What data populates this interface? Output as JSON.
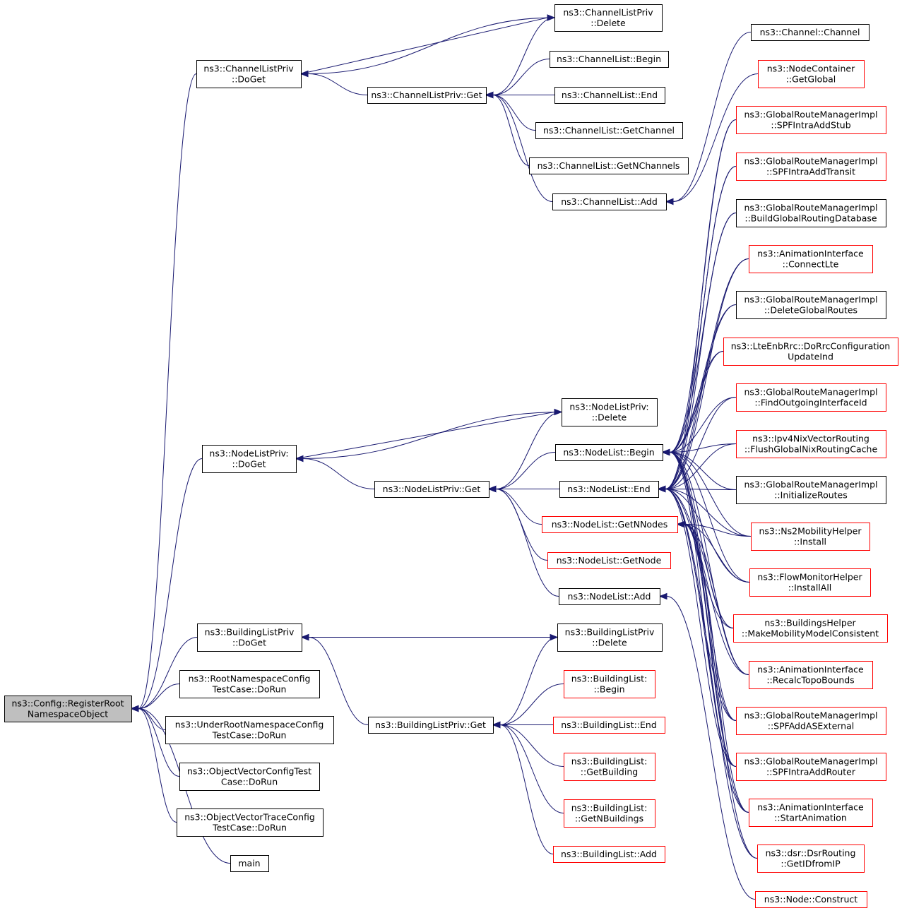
{
  "graph": {
    "title": "",
    "colors": {
      "edge": "#191970",
      "black_border": "#000000",
      "red_border": "#ff0000",
      "root_fill": "#bfbfbf",
      "node_fill": "#ffffff"
    },
    "nodes": [
      {
        "id": "root",
        "lines": [
          "ns3::Config::RegisterRoot",
          "NamespaceObject"
        ],
        "border": "black",
        "filled": true
      },
      {
        "id": "clp_doget",
        "lines": [
          "ns3::ChannelListPriv",
          "::DoGet"
        ],
        "border": "black"
      },
      {
        "id": "clp_delete",
        "lines": [
          "ns3::ChannelListPriv",
          "::Delete"
        ],
        "border": "black"
      },
      {
        "id": "clp_get",
        "lines": [
          "ns3::ChannelListPriv::Get"
        ],
        "border": "black"
      },
      {
        "id": "cl_begin",
        "lines": [
          "ns3::ChannelList::Begin"
        ],
        "border": "black"
      },
      {
        "id": "cl_end",
        "lines": [
          "ns3::ChannelList::End"
        ],
        "border": "black"
      },
      {
        "id": "cl_getchannel",
        "lines": [
          "ns3::ChannelList::GetChannel"
        ],
        "border": "black"
      },
      {
        "id": "cl_getn",
        "lines": [
          "ns3::ChannelList::GetNChannels"
        ],
        "border": "black"
      },
      {
        "id": "cl_add",
        "lines": [
          "ns3::ChannelList::Add"
        ],
        "border": "black"
      },
      {
        "id": "ch_channel",
        "lines": [
          "ns3::Channel::Channel"
        ],
        "border": "black"
      },
      {
        "id": "nc_global",
        "lines": [
          "ns3::NodeContainer",
          "::GetGlobal"
        ],
        "border": "red"
      },
      {
        "id": "grm_stub",
        "lines": [
          "ns3::GlobalRouteManagerImpl",
          "::SPFIntraAddStub"
        ],
        "border": "red"
      },
      {
        "id": "grm_transit",
        "lines": [
          "ns3::GlobalRouteManagerImpl",
          "::SPFIntraAddTransit"
        ],
        "border": "red"
      },
      {
        "id": "grm_build",
        "lines": [
          "ns3::GlobalRouteManagerImpl",
          "::BuildGlobalRoutingDatabase"
        ],
        "border": "black"
      },
      {
        "id": "ai_lte",
        "lines": [
          "ns3::AnimationInterface",
          "::ConnectLte"
        ],
        "border": "red"
      },
      {
        "id": "grm_delete",
        "lines": [
          "ns3::GlobalRouteManagerImpl",
          "::DeleteGlobalRoutes"
        ],
        "border": "black"
      },
      {
        "id": "lte_rrc",
        "lines": [
          "ns3::LteEnbRrc::DoRrcConfiguration",
          "UpdateInd"
        ],
        "border": "red"
      },
      {
        "id": "grm_find",
        "lines": [
          "ns3::GlobalRouteManagerImpl",
          "::FindOutgoingInterfaceId"
        ],
        "border": "red"
      },
      {
        "id": "nix_flush",
        "lines": [
          "ns3::Ipv4NixVectorRouting",
          "::FlushGlobalNixRoutingCache"
        ],
        "border": "red"
      },
      {
        "id": "grm_init",
        "lines": [
          "ns3::GlobalRouteManagerImpl",
          "::InitializeRoutes"
        ],
        "border": "black"
      },
      {
        "id": "ns2_install",
        "lines": [
          "ns3::Ns2MobilityHelper",
          "::Install"
        ],
        "border": "red"
      },
      {
        "id": "fm_installall",
        "lines": [
          "ns3::FlowMonitorHelper",
          "::InstallAll"
        ],
        "border": "red"
      },
      {
        "id": "bh_make",
        "lines": [
          "ns3::BuildingsHelper",
          "::MakeMobilityModelConsistent"
        ],
        "border": "red"
      },
      {
        "id": "ai_recalc",
        "lines": [
          "ns3::AnimationInterface",
          "::RecalcTopoBounds"
        ],
        "border": "red"
      },
      {
        "id": "grm_asext",
        "lines": [
          "ns3::GlobalRouteManagerImpl",
          "::SPFAddASExternal"
        ],
        "border": "red"
      },
      {
        "id": "grm_router",
        "lines": [
          "ns3::GlobalRouteManagerImpl",
          "::SPFIntraAddRouter"
        ],
        "border": "red"
      },
      {
        "id": "ai_start",
        "lines": [
          "ns3::AnimationInterface",
          "::StartAnimation"
        ],
        "border": "red"
      },
      {
        "id": "dsr_getid",
        "lines": [
          "ns3::dsr::DsrRouting",
          "::GetIDfromIP"
        ],
        "border": "red"
      },
      {
        "id": "node_construct",
        "lines": [
          "ns3::Node::Construct"
        ],
        "border": "red"
      },
      {
        "id": "nlp_doget",
        "lines": [
          "ns3::NodeListPriv:",
          "::DoGet"
        ],
        "border": "black"
      },
      {
        "id": "nlp_delete",
        "lines": [
          "ns3::NodeListPriv:",
          "::Delete"
        ],
        "border": "black"
      },
      {
        "id": "nlp_get",
        "lines": [
          "ns3::NodeListPriv::Get"
        ],
        "border": "black"
      },
      {
        "id": "nl_begin",
        "lines": [
          "ns3::NodeList::Begin"
        ],
        "border": "black"
      },
      {
        "id": "nl_end",
        "lines": [
          "ns3::NodeList::End"
        ],
        "border": "black"
      },
      {
        "id": "nl_getn",
        "lines": [
          "ns3::NodeList::GetNNodes"
        ],
        "border": "red"
      },
      {
        "id": "nl_getnode",
        "lines": [
          "ns3::NodeList::GetNode"
        ],
        "border": "red"
      },
      {
        "id": "nl_add",
        "lines": [
          "ns3::NodeList::Add"
        ],
        "border": "black"
      },
      {
        "id": "blp_doget",
        "lines": [
          "ns3::BuildingListPriv",
          "::DoGet"
        ],
        "border": "black"
      },
      {
        "id": "blp_delete",
        "lines": [
          "ns3::BuildingListPriv",
          "::Delete"
        ],
        "border": "black"
      },
      {
        "id": "blp_get",
        "lines": [
          "ns3::BuildingListPriv::Get"
        ],
        "border": "black"
      },
      {
        "id": "bl_begin",
        "lines": [
          "ns3::BuildingList:",
          "::Begin"
        ],
        "border": "red"
      },
      {
        "id": "bl_end",
        "lines": [
          "ns3::BuildingList::End"
        ],
        "border": "red"
      },
      {
        "id": "bl_getb",
        "lines": [
          "ns3::BuildingList:",
          "::GetBuilding"
        ],
        "border": "red"
      },
      {
        "id": "bl_getn",
        "lines": [
          "ns3::BuildingList:",
          "::GetNBuildings"
        ],
        "border": "red"
      },
      {
        "id": "bl_add",
        "lines": [
          "ns3::BuildingList::Add"
        ],
        "border": "red"
      },
      {
        "id": "rnc_test",
        "lines": [
          "ns3::RootNamespaceConfig",
          "TestCase::DoRun"
        ],
        "border": "black"
      },
      {
        "id": "urnc_test",
        "lines": [
          "ns3::UnderRootNamespaceConfig",
          "TestCase::DoRun"
        ],
        "border": "black"
      },
      {
        "id": "ovc_test",
        "lines": [
          "ns3::ObjectVectorConfigTest",
          "Case::DoRun"
        ],
        "border": "black"
      },
      {
        "id": "ovt_test",
        "lines": [
          "ns3::ObjectVectorTraceConfig",
          "TestCase::DoRun"
        ],
        "border": "black"
      },
      {
        "id": "main",
        "lines": [
          "main"
        ],
        "border": "black"
      }
    ]
  }
}
